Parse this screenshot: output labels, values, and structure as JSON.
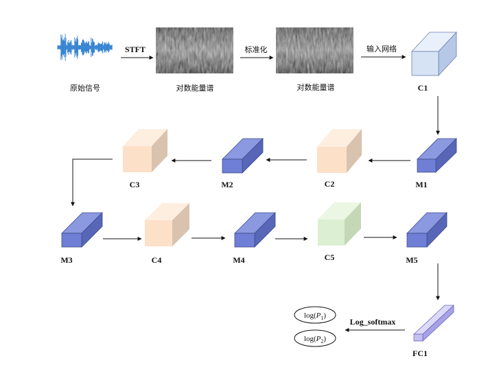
{
  "labels": {
    "raw_signal": "原始信号",
    "stft": "STFT",
    "log_spec_1": "对数能量谱",
    "normalize": "标准化",
    "log_spec_2": "对数能量谱",
    "input_net": "输入网络",
    "c1": "C1",
    "m1": "M1",
    "c2": "C2",
    "m2": "M2",
    "c3": "C3",
    "m3": "M3",
    "c4": "C4",
    "m4": "M4",
    "c5": "C5",
    "m5": "M5",
    "fc1": "FC1",
    "log_softmax": "Log_softmax"
  },
  "outputs": [
    {
      "prefix": "log(",
      "var": "P",
      "sub": "1",
      "suffix": ")"
    },
    {
      "prefix": "log(",
      "var": "P",
      "sub": "2",
      "suffix": ")"
    }
  ],
  "colors": {
    "waveform": "#2f7fd0",
    "c1": "#d5e3f5",
    "pool": "#6f7fd6",
    "c2_c3_c4": "#fde0c8",
    "c5": "#dcefd2",
    "fc1": "#c4c0f2",
    "arrow": "#111111"
  }
}
